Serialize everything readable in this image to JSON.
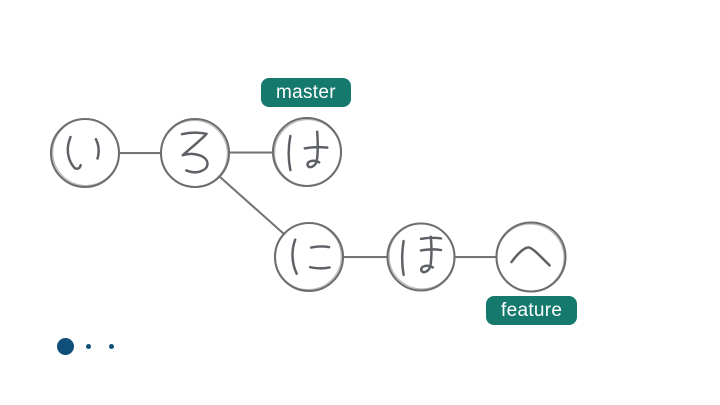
{
  "slide": {
    "pager": {
      "total_dots": 3,
      "active_dot_index": 0
    }
  },
  "graph": {
    "type": "git-commit-graph",
    "commits": [
      {
        "id": "i",
        "label": "い",
        "branch": "master"
      },
      {
        "id": "ro",
        "label": "ろ",
        "branch": "master"
      },
      {
        "id": "ha",
        "label": "は",
        "branch": "master"
      },
      {
        "id": "ni",
        "label": "に",
        "branch": "feature"
      },
      {
        "id": "ho",
        "label": "ほ",
        "branch": "feature"
      },
      {
        "id": "he",
        "label": "へ",
        "branch": "feature"
      }
    ],
    "edges": [
      {
        "from": "い",
        "to": "ろ"
      },
      {
        "from": "ろ",
        "to": "は"
      },
      {
        "from": "ろ",
        "to": "に"
      },
      {
        "from": "に",
        "to": "ほ"
      },
      {
        "from": "ほ",
        "to": "へ"
      }
    ],
    "branches": [
      {
        "name": "master",
        "points_to": "は"
      },
      {
        "name": "feature",
        "points_to": "へ"
      }
    ],
    "colors": {
      "branch_label_bg": "#16796d",
      "branch_label_text": "#ffffff",
      "node_stroke": "#6e6e6e",
      "node_glyph": "#5d6065",
      "edge": "#757575",
      "pager_dot": "#104f79",
      "background": "#ffffff"
    }
  }
}
